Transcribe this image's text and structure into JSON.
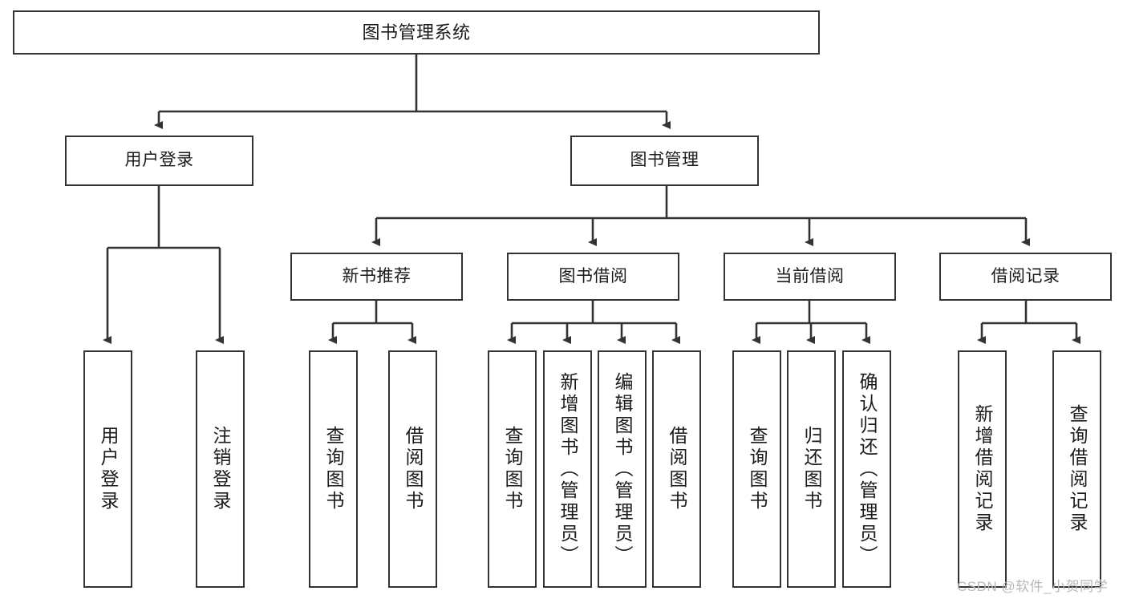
{
  "diagram": {
    "title": "图书管理系统",
    "type": "tree-hierarchy-diagram",
    "orientation": "top-down",
    "colors": {
      "node_border": "#333333",
      "node_fill": "#ffffff",
      "edge": "#333333",
      "text": "#1b1b1b",
      "watermark": "#b9b9b9",
      "background": "#ffffff"
    }
  },
  "nodes": {
    "root": {
      "label": "图书管理系统"
    },
    "level1": [
      {
        "id": "user-login",
        "label": "用户登录"
      },
      {
        "id": "book-manage",
        "label": "图书管理"
      }
    ],
    "level2": [
      {
        "id": "new-book-recommend",
        "label": "新书推荐"
      },
      {
        "id": "book-borrow",
        "label": "图书借阅"
      },
      {
        "id": "current-borrow",
        "label": "当前借阅"
      },
      {
        "id": "borrow-record",
        "label": "借阅记录"
      }
    ],
    "leaves": {
      "user-login": [
        {
          "id": "leaf-user-login",
          "label": "用户登录"
        },
        {
          "id": "leaf-logout-login",
          "label": "注销登录"
        }
      ],
      "new-book-recommend": [
        {
          "id": "leaf-query-book-1",
          "label": "查询图书"
        },
        {
          "id": "leaf-borrow-book-1",
          "label": "借阅图书"
        }
      ],
      "book-borrow": [
        {
          "id": "leaf-query-book-2",
          "label": "查询图书"
        },
        {
          "id": "leaf-add-book-admin",
          "label": "新增图书（管理员）"
        },
        {
          "id": "leaf-edit-book-admin",
          "label": "编辑图书（管理员）"
        },
        {
          "id": "leaf-borrow-book-2",
          "label": "借阅图书"
        }
      ],
      "current-borrow": [
        {
          "id": "leaf-query-book-3",
          "label": "查询图书"
        },
        {
          "id": "leaf-return-book",
          "label": "归还图书"
        },
        {
          "id": "leaf-confirm-return-admin",
          "label": "确认归还（管理员）"
        }
      ],
      "borrow-record": [
        {
          "id": "leaf-add-borrow-record",
          "label": "新增借阅记录"
        },
        {
          "id": "leaf-query-borrow-record",
          "label": "查询借阅记录"
        }
      ]
    }
  },
  "watermark": {
    "text": "CSDN @软件_小贺同学"
  }
}
